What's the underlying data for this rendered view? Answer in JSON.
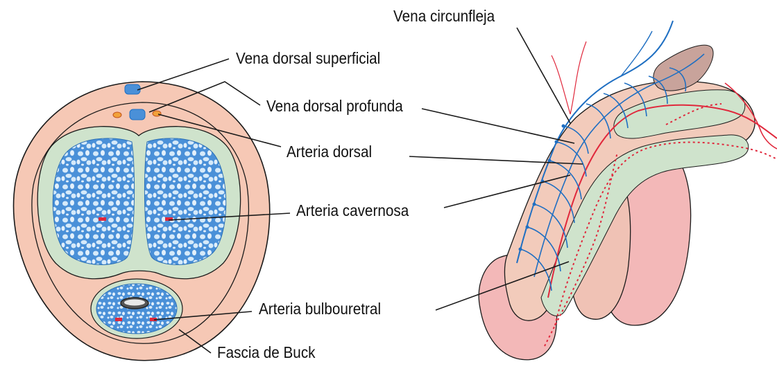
{
  "figure": {
    "labels": {
      "vena_circunfleja": "Vena circunfleja",
      "vena_dorsal_superficial": "Vena dorsal superficial",
      "vena_dorsal_profunda": "Vena dorsal profunda",
      "arteria_dorsal": "Arteria dorsal",
      "arteria_cavernosa": "Arteria cavernosa",
      "arteria_bulbouretral": "Arteria bulbouretral",
      "fascia_de_buck": "Fascia de Buck"
    }
  },
  "colors": {
    "skin": "#f6c8b5",
    "skin_dark": "#e9b29c",
    "fascia": "#cfe3cc",
    "cavernous_blue": "#4a90d8",
    "cavernous_light": "#cde4f7",
    "vein_blue": "#1f6fc2",
    "artery_red": "#e0283c",
    "testis": "#f3b8b8",
    "outline": "#1a1a1a"
  }
}
